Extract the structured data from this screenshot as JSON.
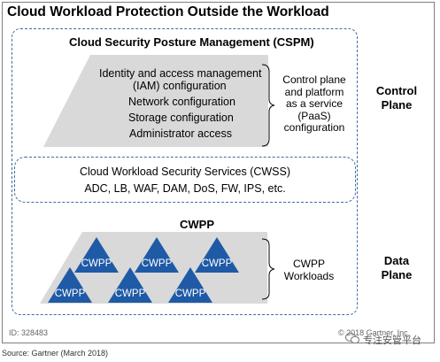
{
  "title": "Cloud Workload Protection Outside the Workload",
  "cspm": {
    "title": "Cloud Security Posture Management (CSPM)",
    "items": [
      "Identity and access management",
      "(IAM) configuration",
      "Network configuration",
      "Storage configuration",
      "Administrator access"
    ]
  },
  "control_plane_desc": [
    "Control plane",
    "and platform",
    "as a service",
    "(PaaS)",
    "configuration"
  ],
  "cwss": {
    "title": "Cloud Workload Security Services (CWSS)",
    "list": "ADC, LB, WAF, DAM, DoS, FW, IPS, etc."
  },
  "labels": {
    "control_plane": [
      "Control",
      "Plane"
    ],
    "data_plane": [
      "Data",
      "Plane"
    ]
  },
  "cwpp": {
    "title": "CWPP",
    "triangles": [
      "CWPP",
      "CWPP",
      "CWPP",
      "CWPP",
      "CWPP",
      "CWPP"
    ],
    "workloads": [
      "CWPP",
      "Workloads"
    ]
  },
  "footer": {
    "id": "ID: 328483",
    "copyright": "© 2018 Gartner, Inc.",
    "source": "Source: Gartner (March 2018)",
    "watermark": "专注安管平台"
  },
  "colors": {
    "dashed": "#3f6ba4",
    "parallelogram": "#d9d9d9",
    "triangle": "#1f5aa6"
  }
}
